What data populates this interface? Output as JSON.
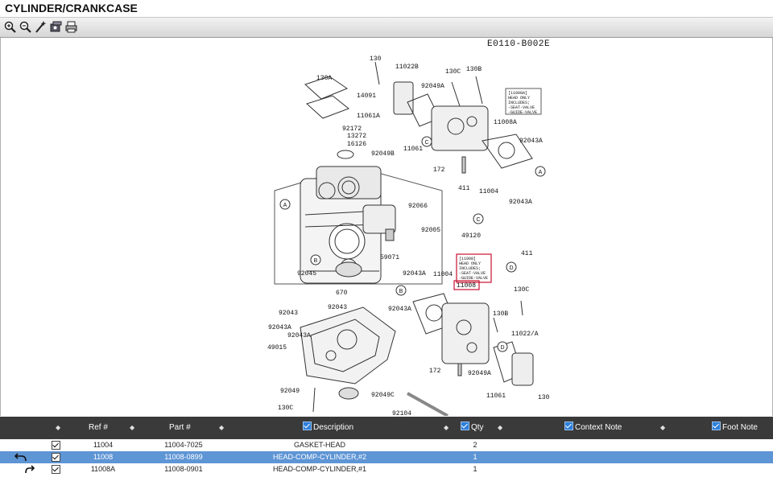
{
  "window": {
    "title": "CYLINDER/CRANKCASE"
  },
  "toolbar": {
    "tools": [
      "zoom-in-icon",
      "zoom-out-icon",
      "wand-icon",
      "fit-icon",
      "print-icon"
    ]
  },
  "diagram": {
    "code": "E0110-B002E",
    "callouts": [
      "130",
      "11022B",
      "92049A",
      "130C",
      "130B",
      "130A",
      "14091",
      "11061A",
      "92172",
      "13272",
      "16126",
      "92049B",
      "11008A",
      "92043A",
      "11061",
      "172",
      "411",
      "11004",
      "92043A",
      "92066",
      "92005",
      "49120",
      "59071",
      "92045",
      "670",
      "411",
      "92043A",
      "11004",
      "11008",
      "130C",
      "92043",
      "92043",
      "92043A",
      "92043A",
      "130B",
      "11022/A",
      "49015",
      "92043A",
      "172",
      "92049A",
      "92049",
      "92049C",
      "11061",
      "130",
      "130C",
      "92104"
    ],
    "note_a": [
      "[11008A]",
      "HEAD ONLY",
      "INCLUDES;",
      "-SEAT-VALVE",
      "-GUIDE-VALVE"
    ],
    "note_b": [
      "[11008]",
      "HEAD ONLY",
      "INCLUDES;",
      "-SEAT-VALVE",
      "-GUIDE-VALVE"
    ],
    "markers": [
      "A",
      "A",
      "B",
      "B",
      "C",
      "C",
      "D",
      "D"
    ]
  },
  "table": {
    "headers": {
      "ref": "Ref #",
      "part": "Part #",
      "description": "Description",
      "qty": "Qty",
      "context_note": "Context Note",
      "foot_note": "Foot Note"
    },
    "rows": [
      {
        "ref": "11004",
        "part": "11004-7025",
        "description": "GASKET-HEAD",
        "qty": "2",
        "selected": false,
        "icon": ""
      },
      {
        "ref": "11008",
        "part": "11008-0899",
        "description": "HEAD-COMP-CYLINDER,#2",
        "qty": "1",
        "selected": true,
        "icon": "undo-arrow-icon"
      },
      {
        "ref": "11008A",
        "part": "11008-0901",
        "description": "HEAD-COMP-CYLINDER,#1",
        "qty": "1",
        "selected": false,
        "icon": "redo-arrow-icon"
      }
    ]
  },
  "colors": {
    "header_bg": "#3a3a3a",
    "selected_row": "#5e95d5",
    "highlight": "#c8102e"
  }
}
